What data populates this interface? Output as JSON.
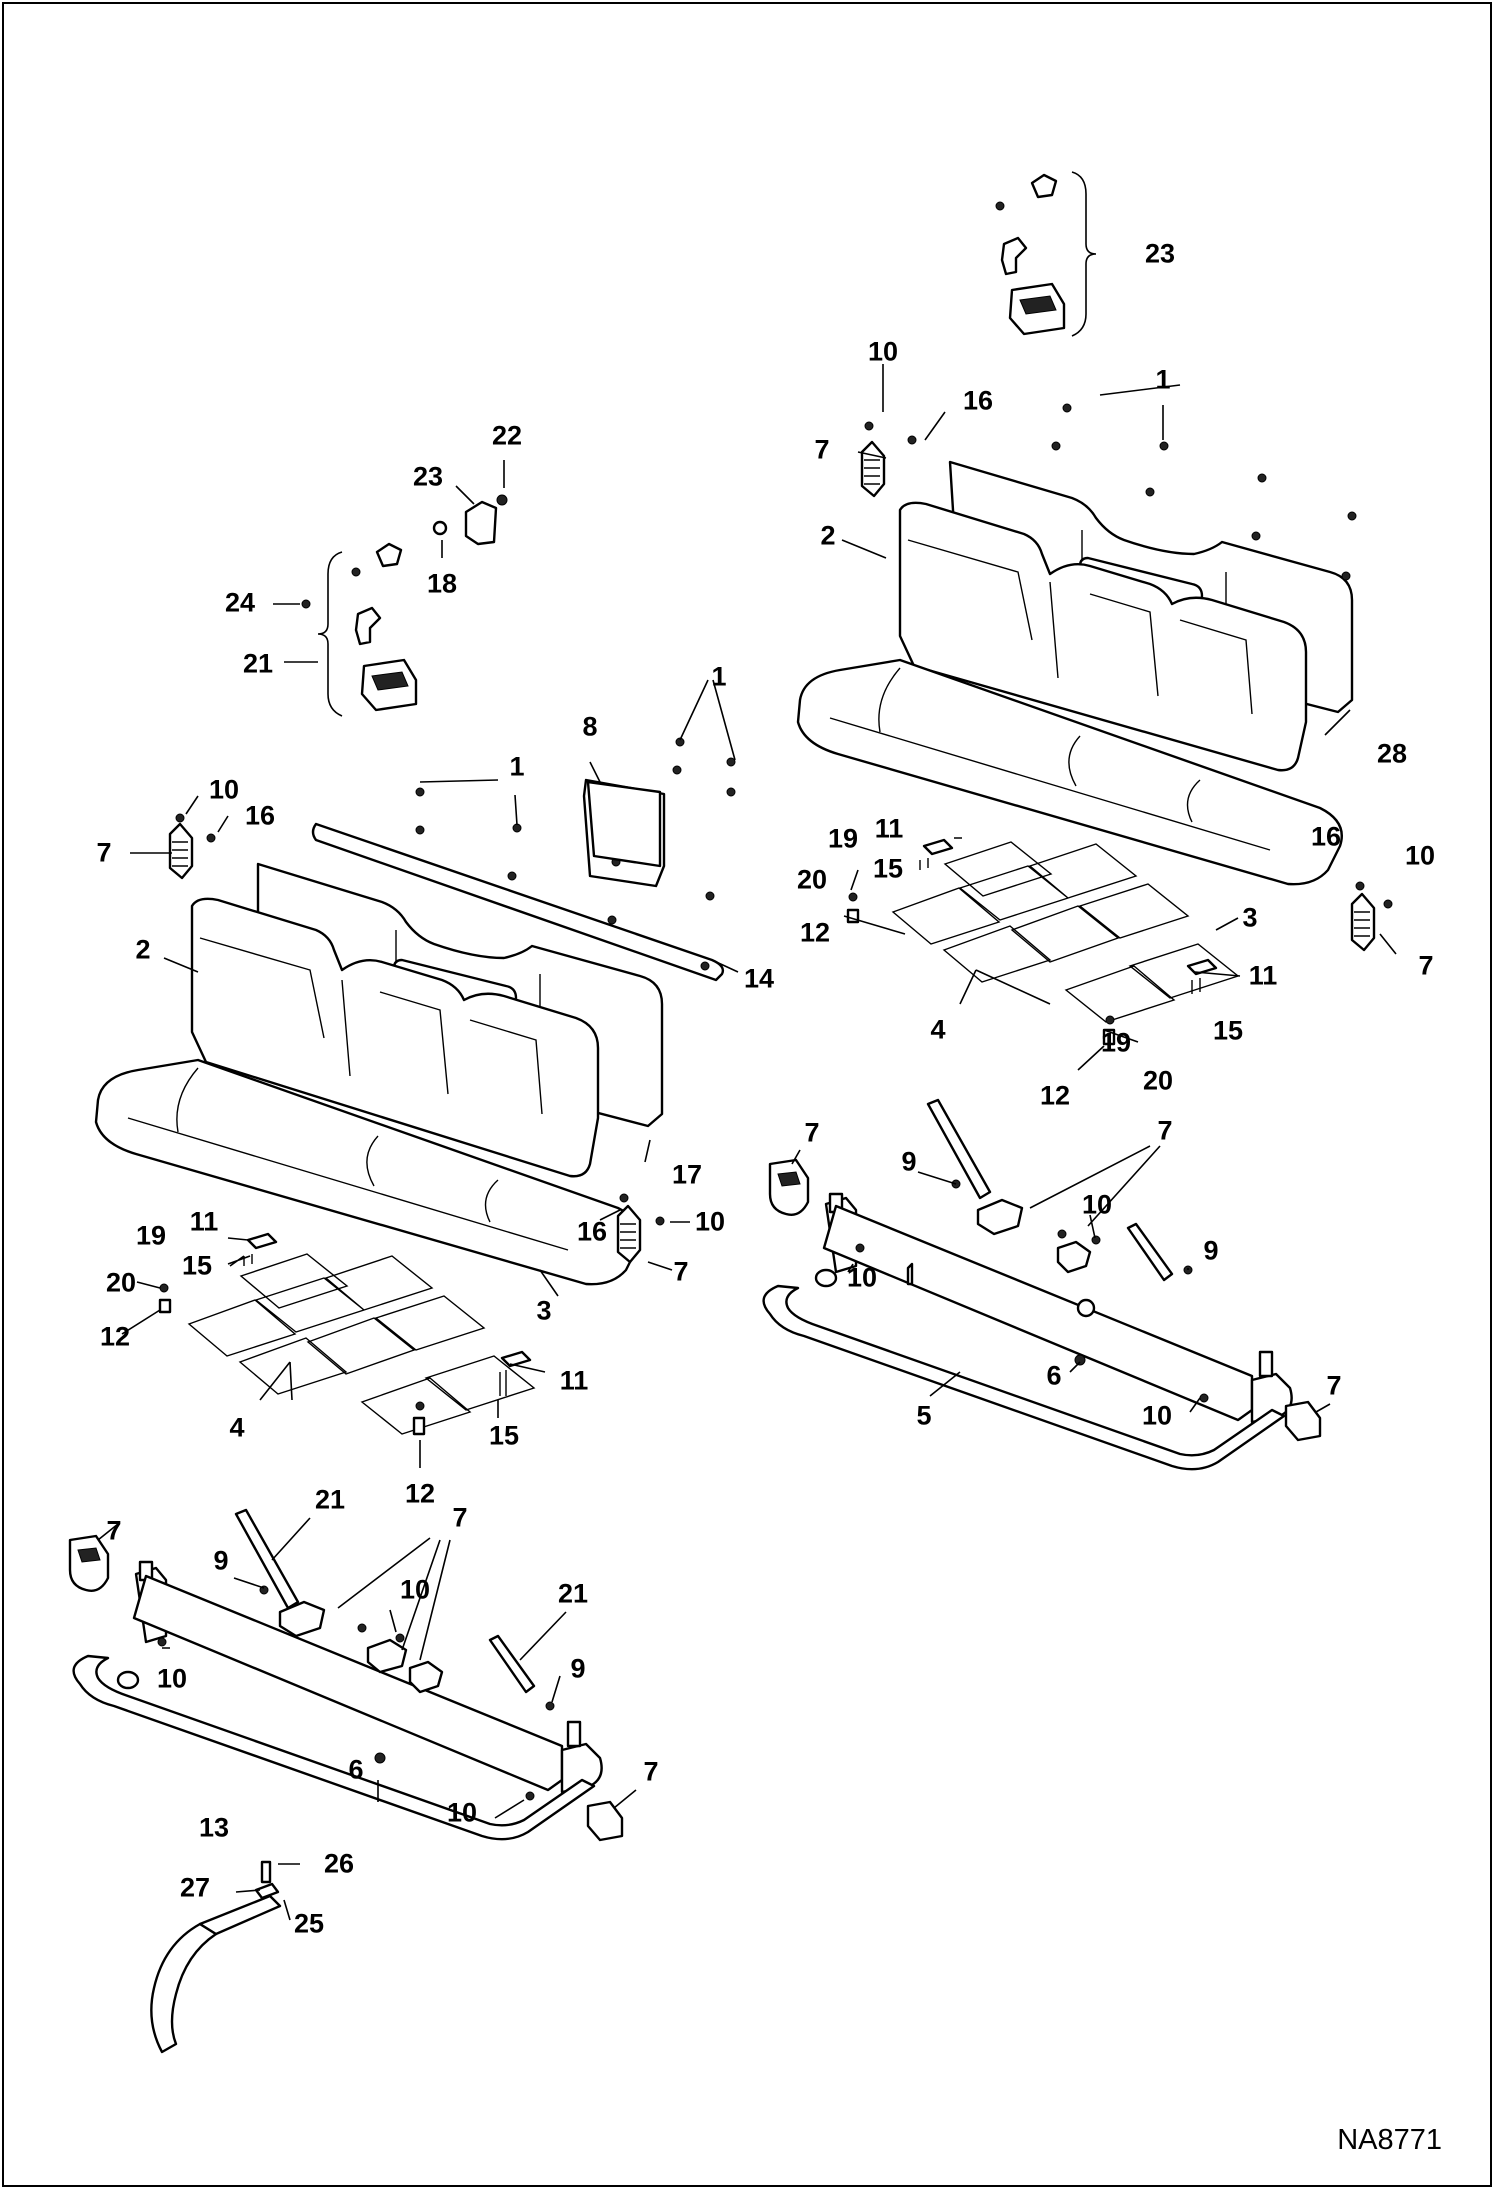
{
  "drawing": {
    "id": "NA8771"
  },
  "callouts": [
    {
      "text": "23"
    },
    {
      "text": "10"
    },
    {
      "text": "16"
    },
    {
      "text": "1"
    },
    {
      "text": "7"
    },
    {
      "text": "2"
    },
    {
      "text": "28"
    },
    {
      "text": "22"
    },
    {
      "text": "23"
    },
    {
      "text": "18"
    },
    {
      "text": "24"
    },
    {
      "text": "21"
    },
    {
      "text": "8"
    },
    {
      "text": "1"
    },
    {
      "text": "1"
    },
    {
      "text": "10"
    },
    {
      "text": "16"
    },
    {
      "text": "7"
    },
    {
      "text": "2"
    },
    {
      "text": "14"
    },
    {
      "text": "17"
    },
    {
      "text": "3"
    },
    {
      "text": "16"
    },
    {
      "text": "10"
    },
    {
      "text": "7"
    },
    {
      "text": "19"
    },
    {
      "text": "11"
    },
    {
      "text": "20"
    },
    {
      "text": "15"
    },
    {
      "text": "12"
    },
    {
      "text": "4"
    },
    {
      "text": "11"
    },
    {
      "text": "15"
    },
    {
      "text": "12"
    },
    {
      "text": "11"
    },
    {
      "text": "19"
    },
    {
      "text": "15"
    },
    {
      "text": "20"
    },
    {
      "text": "12"
    },
    {
      "text": "3"
    },
    {
      "text": "16"
    },
    {
      "text": "10"
    },
    {
      "text": "7"
    },
    {
      "text": "11"
    },
    {
      "text": "15"
    },
    {
      "text": "4"
    },
    {
      "text": "19"
    },
    {
      "text": "20"
    },
    {
      "text": "12"
    },
    {
      "text": "7"
    },
    {
      "text": "9"
    },
    {
      "text": "7"
    },
    {
      "text": "10"
    },
    {
      "text": "10"
    },
    {
      "text": "9"
    },
    {
      "text": "6"
    },
    {
      "text": "7"
    },
    {
      "text": "5"
    },
    {
      "text": "10"
    },
    {
      "text": "7"
    },
    {
      "text": "21"
    },
    {
      "text": "9"
    },
    {
      "text": "7"
    },
    {
      "text": "10"
    },
    {
      "text": "21"
    },
    {
      "text": "10"
    },
    {
      "text": "9"
    },
    {
      "text": "6"
    },
    {
      "text": "7"
    },
    {
      "text": "13"
    },
    {
      "text": "10"
    },
    {
      "text": "26"
    },
    {
      "text": "27"
    },
    {
      "text": "25"
    }
  ]
}
